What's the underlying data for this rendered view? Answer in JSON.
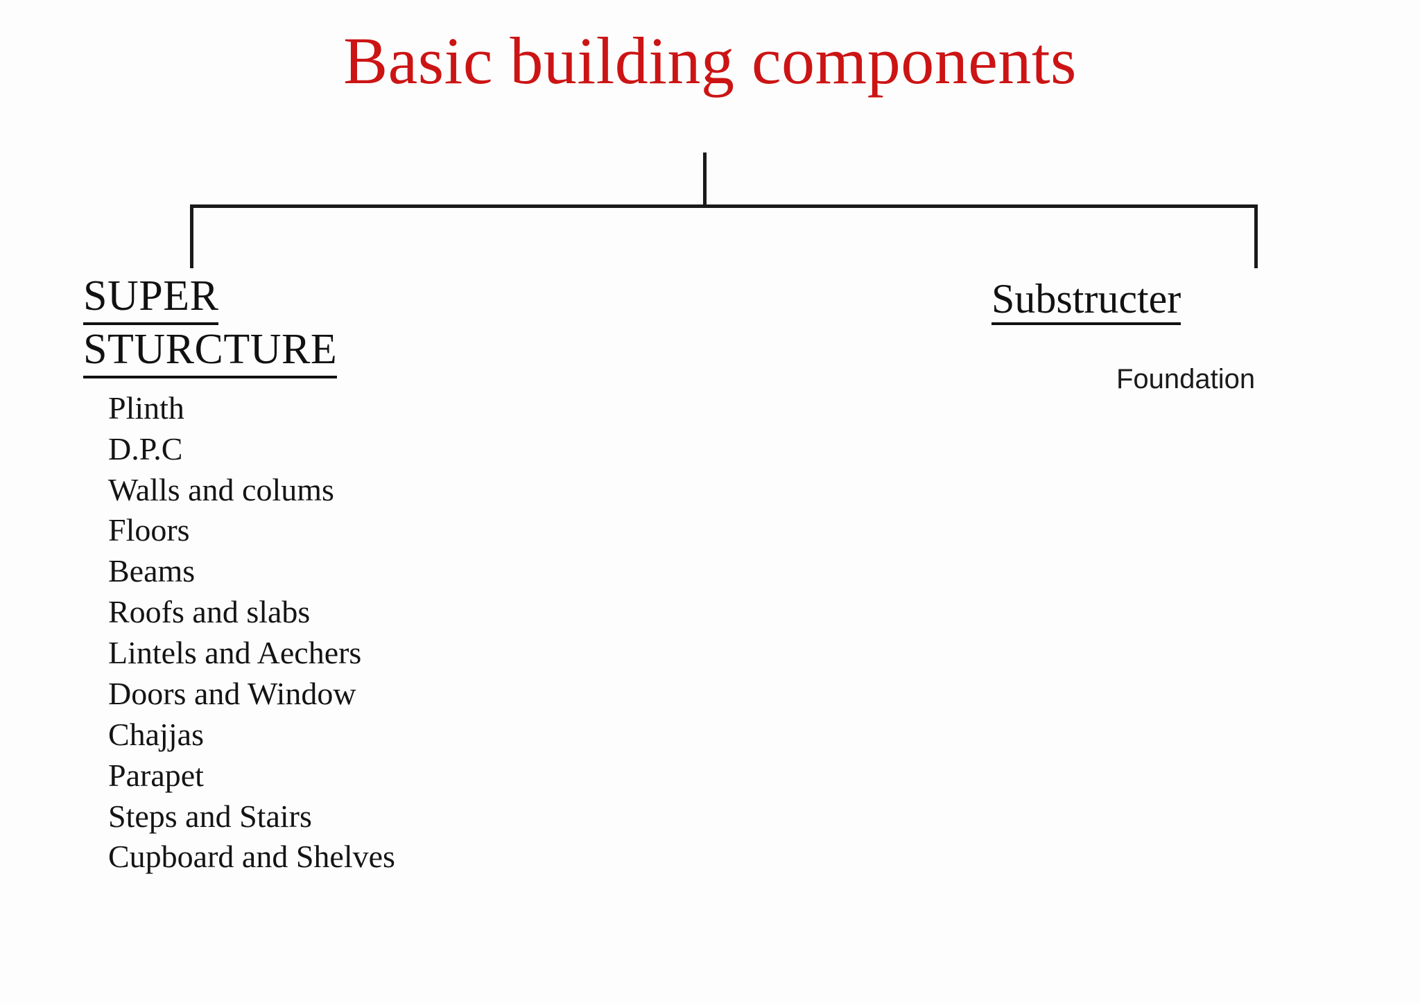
{
  "title": {
    "text": "Basic building components",
    "color": "#cc1414"
  },
  "diagram": {
    "type": "tree",
    "line_color": "#1a1a1a",
    "root": "Basic building components"
  },
  "branches": {
    "left": {
      "heading_line1": "SUPER",
      "heading_line2": "STURCTURE",
      "items": [
        "Plinth",
        "D.P.C",
        "Walls and colums",
        "Floors",
        "Beams",
        "Roofs and slabs",
        "Lintels and Aechers",
        "Doors and Window",
        "Chajjas",
        "Parapet",
        "Steps and Stairs",
        "Cupboard and Shelves"
      ]
    },
    "right": {
      "heading": "Substructer",
      "items": [
        "Foundation"
      ]
    }
  }
}
